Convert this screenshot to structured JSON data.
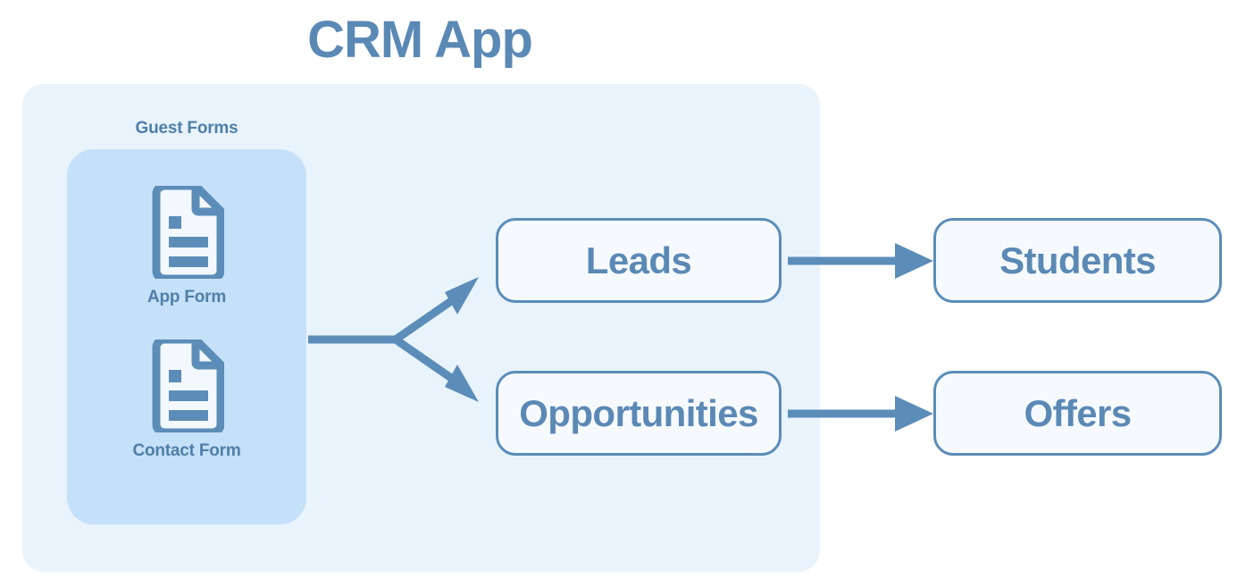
{
  "title": "CRM App",
  "accent_colors": {
    "brand_blue": "#5B89B5",
    "stroke_blue": "#5B8DB8",
    "outer_panel_fill": "#E9F3FC",
    "inner_panel_fill": "#C5E0F9",
    "box_fill": "#F6FAFE",
    "label_blue": "#4E7FA8"
  },
  "guest_forms": {
    "group_label": "Guest Forms",
    "items": [
      {
        "icon": "document-icon",
        "label": "App Form"
      },
      {
        "icon": "document-icon",
        "label": "Contact Form"
      }
    ]
  },
  "entities": [
    {
      "id": "leads",
      "label": "Leads"
    },
    {
      "id": "opportunities",
      "label": "Opportunities"
    },
    {
      "id": "students",
      "label": "Students"
    },
    {
      "id": "offers",
      "label": "Offers"
    }
  ],
  "connectors": [
    {
      "id": "forms-to-leads",
      "from": "Guest Forms",
      "to": "Leads",
      "style": "branch-arrow"
    },
    {
      "id": "forms-to-opportunities",
      "from": "Guest Forms",
      "to": "Opportunities",
      "style": "branch-arrow"
    },
    {
      "id": "leads-to-students",
      "from": "Leads",
      "to": "Students",
      "style": "straight-arrow"
    },
    {
      "id": "opportunities-to-offers",
      "from": "Opportunities",
      "to": "Offers",
      "style": "straight-arrow"
    }
  ]
}
